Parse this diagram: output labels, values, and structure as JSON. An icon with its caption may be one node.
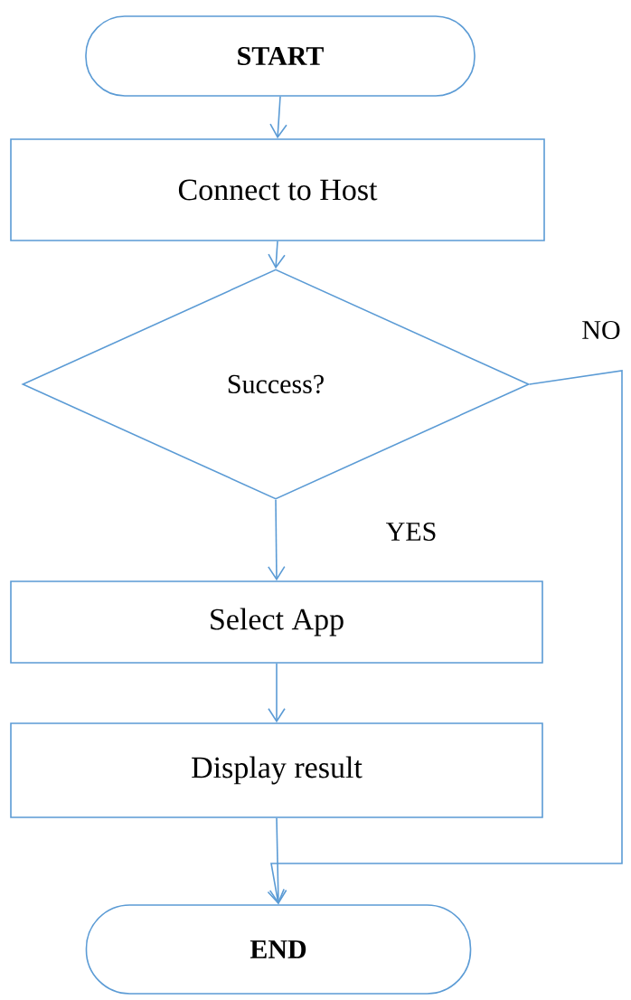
{
  "diagram": {
    "nodes": [
      {
        "text": [
          "START"
        ]
      },
      {
        "text": [
          "Connect to Host"
        ]
      },
      {
        "text": [
          "Success?"
        ]
      },
      {
        "text": [
          "Select App"
        ]
      },
      {
        "text": [
          "Display result"
        ]
      },
      {
        "text": [
          "END"
        ]
      }
    ],
    "edges": [
      {
        "from": 0,
        "to": 1,
        "arrow": "to"
      },
      {
        "from": 1,
        "to": 2,
        "arrow": "to"
      },
      {
        "from": 2,
        "to": 3,
        "arrow": "to",
        "label": "YES"
      },
      {
        "from": 3,
        "to": 4,
        "arrow": "to"
      },
      {
        "from": 4,
        "to": 5,
        "arrow": "to"
      },
      {
        "from": 2,
        "to": 5,
        "arrow": "to",
        "label": "NO"
      }
    ]
  }
}
